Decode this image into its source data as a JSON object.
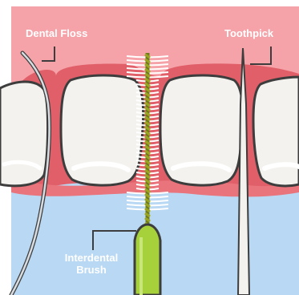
{
  "labels": {
    "floss": "Dental Floss",
    "toothpick": "Toothpick",
    "brush_line1": "Interdental",
    "brush_line2": "Brush"
  },
  "colors": {
    "upper_gum": "#f5a3a9",
    "inner_gum": "#e05f68",
    "lower_area": "#b9d8f3",
    "tooth_fill": "#f3f2ef",
    "tooth_outline": "#3d3d3d",
    "brush_wire": "#9aa522",
    "brush_handle": "#a6d13b",
    "floss": "#d8dde2"
  }
}
